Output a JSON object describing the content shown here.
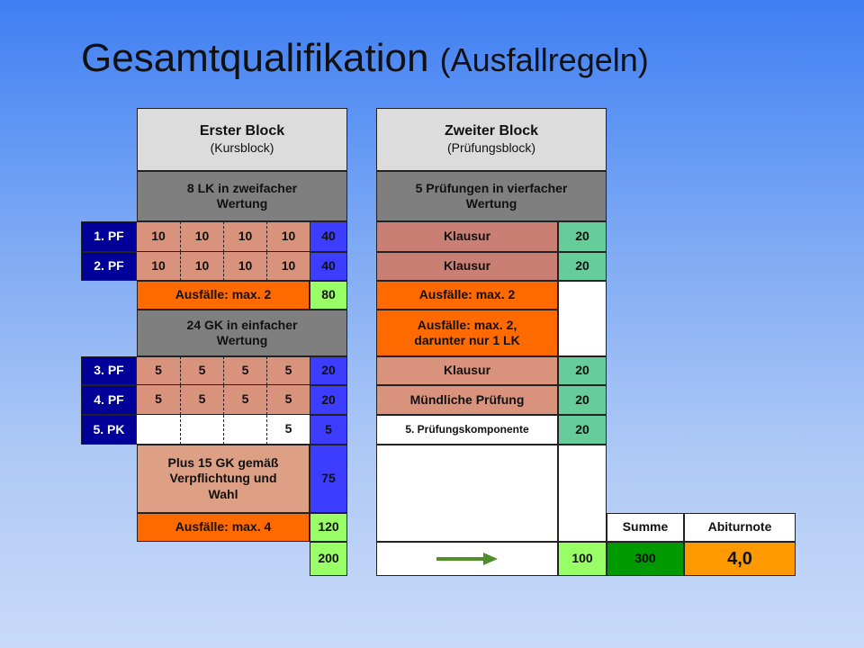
{
  "title": {
    "main": "Gesamtqualifikation",
    "sub": "(Ausfallregeln)"
  },
  "first_block": {
    "title": "Erster Block",
    "subtitle": "(Kursblock)",
    "lk_header_1": "8 LK in zweifacher",
    "lk_header_2": "Wertung",
    "pf1": {
      "label": "1. PF",
      "values": [
        "10",
        "10",
        "10",
        "10"
      ],
      "total": "40"
    },
    "pf2": {
      "label": "2. PF",
      "values": [
        "10",
        "10",
        "10",
        "10"
      ],
      "total": "40"
    },
    "lk_ausfaelle": "Ausfälle: max. 2",
    "lk_sum": "80",
    "gk_header_1": "24 GK in einfacher",
    "gk_header_2": "Wertung",
    "pf3": {
      "label": "3. PF",
      "values": [
        "5",
        "5",
        "5",
        "5"
      ],
      "total": "20"
    },
    "pf4": {
      "label": "4. PF",
      "values": [
        "5",
        "5",
        "5",
        "5"
      ],
      "total": "20"
    },
    "pk5": {
      "label": "5. PK",
      "value": "5",
      "total": "5"
    },
    "plus_1": "Plus 15 GK gemäß",
    "plus_2": "Verpflichtung und",
    "plus_3": "Wahl",
    "plus_value": "75",
    "gk_ausfaelle": "Ausfälle: max. 4",
    "gk_sum": "120",
    "block_total": "200"
  },
  "second_block": {
    "title": "Zweiter Block",
    "subtitle": "(Prüfungsblock)",
    "header_1": "5 Prüfungen in vierfacher",
    "header_2": "Wertung",
    "row1": {
      "label": "Klausur",
      "value": "20"
    },
    "row2": {
      "label": "Klausur",
      "value": "20"
    },
    "ausfaelle_1": "Ausfälle: max. 2",
    "ausfaelle_2a": "Ausfälle: max. 2,",
    "ausfaelle_2b": "darunter nur 1 LK",
    "row3": {
      "label": "Klausur",
      "value": "20"
    },
    "row4": {
      "label": "Mündliche Prüfung",
      "value": "20"
    },
    "row5": {
      "label": "5. Prüfungskomponente",
      "value": "20"
    },
    "block_total": "100"
  },
  "summary": {
    "summe_label": "Summe",
    "abiturnote_label": "Abiturnote",
    "summe_value": "300",
    "abiturnote_value": "4,0"
  },
  "icons": {
    "arrow": "right-arrow-icon"
  },
  "colors": {
    "navy": "#000099",
    "blue": "#3d3dff",
    "gray": "#7f7f7f",
    "salmon": "#d9927c",
    "orange": "#ff6a00",
    "green": "#66cc99",
    "lime": "#99ff66",
    "dark_green": "#009900",
    "gold": "#ff9900"
  }
}
